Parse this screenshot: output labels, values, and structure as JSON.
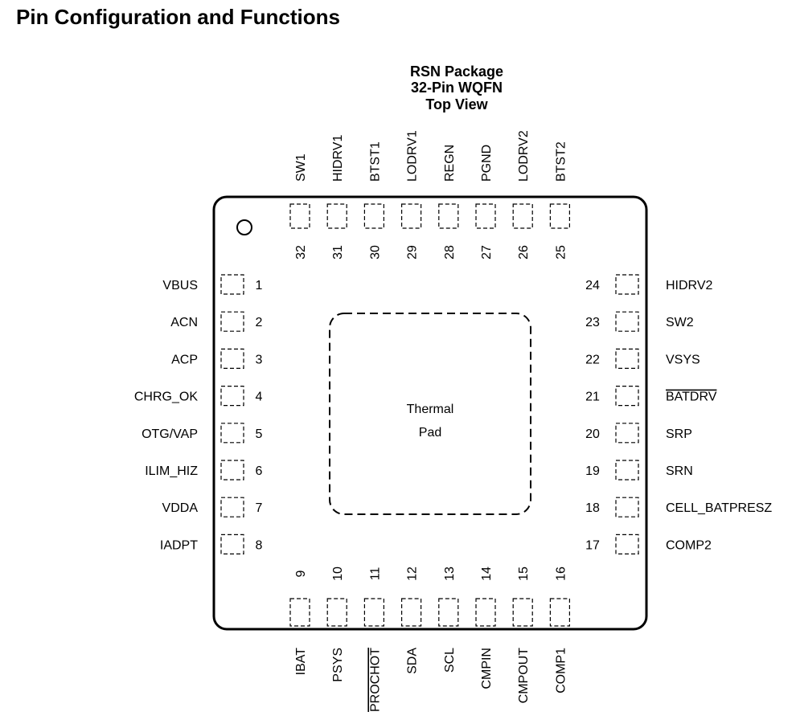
{
  "title": "Pin Configuration and Functions",
  "package": {
    "line1": "RSN Package",
    "line2": "32-Pin WQFN",
    "line3": "Top View"
  },
  "thermal_pad": {
    "line1": "Thermal",
    "line2": "Pad"
  },
  "pins": {
    "left": [
      {
        "num": "1",
        "name": "VBUS"
      },
      {
        "num": "2",
        "name": "ACN"
      },
      {
        "num": "3",
        "name": "ACP"
      },
      {
        "num": "4",
        "name": "CHRG_OK"
      },
      {
        "num": "5",
        "name": "OTG/VAP"
      },
      {
        "num": "6",
        "name": "ILIM_HIZ"
      },
      {
        "num": "7",
        "name": "VDDA"
      },
      {
        "num": "8",
        "name": "IADPT"
      }
    ],
    "bottom": [
      {
        "num": "9",
        "name": "IBAT"
      },
      {
        "num": "10",
        "name": "PSYS"
      },
      {
        "num": "11",
        "name": "PROCHOT",
        "overline": true
      },
      {
        "num": "12",
        "name": "SDA"
      },
      {
        "num": "13",
        "name": "SCL"
      },
      {
        "num": "14",
        "name": "CMPIN"
      },
      {
        "num": "15",
        "name": "CMPOUT"
      },
      {
        "num": "16",
        "name": "COMP1"
      }
    ],
    "right": [
      {
        "num": "17",
        "name": "COMP2"
      },
      {
        "num": "18",
        "name": "CELL_BATPRESZ"
      },
      {
        "num": "19",
        "name": "SRN"
      },
      {
        "num": "20",
        "name": "SRP"
      },
      {
        "num": "21",
        "name": "BATDRV",
        "overline": true
      },
      {
        "num": "22",
        "name": "VSYS"
      },
      {
        "num": "23",
        "name": "SW2"
      },
      {
        "num": "24",
        "name": "HIDRV2"
      }
    ],
    "top": [
      {
        "num": "25",
        "name": "BTST2"
      },
      {
        "num": "26",
        "name": "LODRV2"
      },
      {
        "num": "27",
        "name": "PGND"
      },
      {
        "num": "28",
        "name": "REGN"
      },
      {
        "num": "29",
        "name": "LODRV1"
      },
      {
        "num": "30",
        "name": "BTST1"
      },
      {
        "num": "31",
        "name": "HIDRV1"
      },
      {
        "num": "32",
        "name": "SW1"
      }
    ]
  }
}
